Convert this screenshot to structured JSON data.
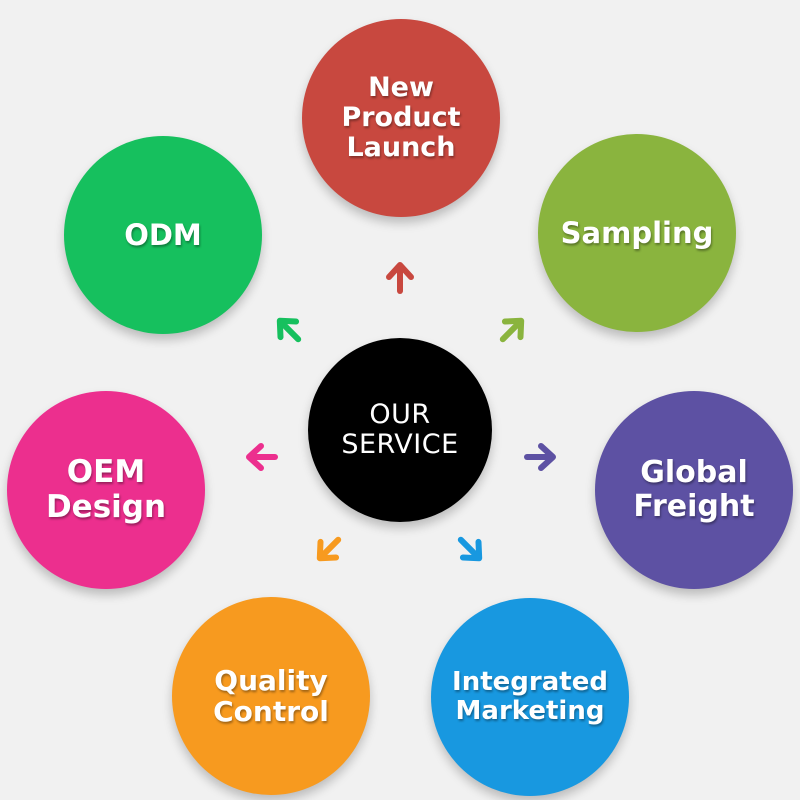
{
  "center": {
    "label": "OUR\nSERVICE",
    "color": "#000000"
  },
  "services": {
    "new_product_launch": {
      "label": "New\nProduct\nLaunch",
      "color": "#c8483f"
    },
    "odm": {
      "label": "ODM",
      "color": "#16c05e"
    },
    "sampling": {
      "label": "Sampling",
      "color": "#8ab43e"
    },
    "oem_design": {
      "label": "OEM\nDesign",
      "color": "#ec2f8e"
    },
    "global_freight": {
      "label": "Global\nFreight",
      "color": "#5d51a3"
    },
    "quality_control": {
      "label": "Quality\nControl",
      "color": "#f79a1f"
    },
    "integrated_marketing": {
      "label": "Integrated\nMarketing",
      "color": "#1898e0"
    }
  },
  "arrows": [
    {
      "target": "new_product_launch",
      "color": "#c8483f"
    },
    {
      "target": "odm",
      "color": "#16c05e"
    },
    {
      "target": "sampling",
      "color": "#8ab43e"
    },
    {
      "target": "oem_design",
      "color": "#ec2f8e"
    },
    {
      "target": "global_freight",
      "color": "#5d51a3"
    },
    {
      "target": "quality_control",
      "color": "#f79a1f"
    },
    {
      "target": "integrated_marketing",
      "color": "#1898e0"
    }
  ]
}
